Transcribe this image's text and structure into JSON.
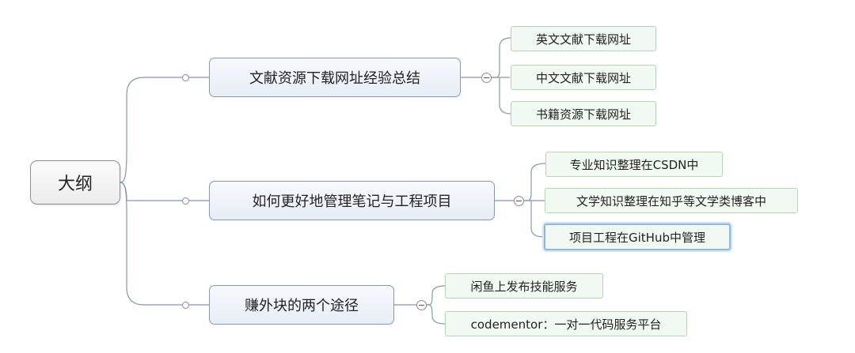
{
  "root": {
    "label": "大纲"
  },
  "topics": [
    {
      "label": "文献资源下载网址经验总结",
      "children": [
        "英文文献下载网址",
        "中文文献下载网址",
        "书籍资源下载网址"
      ]
    },
    {
      "label": "如何更好地管理笔记与工程项目",
      "children": [
        "专业知识整理在CSDN中",
        "文学知识整理在知乎等文学类博客中",
        "项目工程在GitHub中管理"
      ]
    },
    {
      "label": "赚外块的两个途径",
      "children": [
        "闲鱼上发布技能服务",
        "codementor：一对一代码服务平台"
      ]
    }
  ],
  "selected": "项目工程在GitHub中管理",
  "colors": {
    "root_border": "#8f8f8f",
    "topic_border": "#8597b3",
    "leaf_border": "#b4d4b6",
    "leaf_fill": "#f2f9f2",
    "link": "#8597b3",
    "selected_outline": "#8fb7e6"
  },
  "icons": {
    "collapse_toggle": "collapse-minus-icon",
    "connector": "connector-port-icon"
  }
}
